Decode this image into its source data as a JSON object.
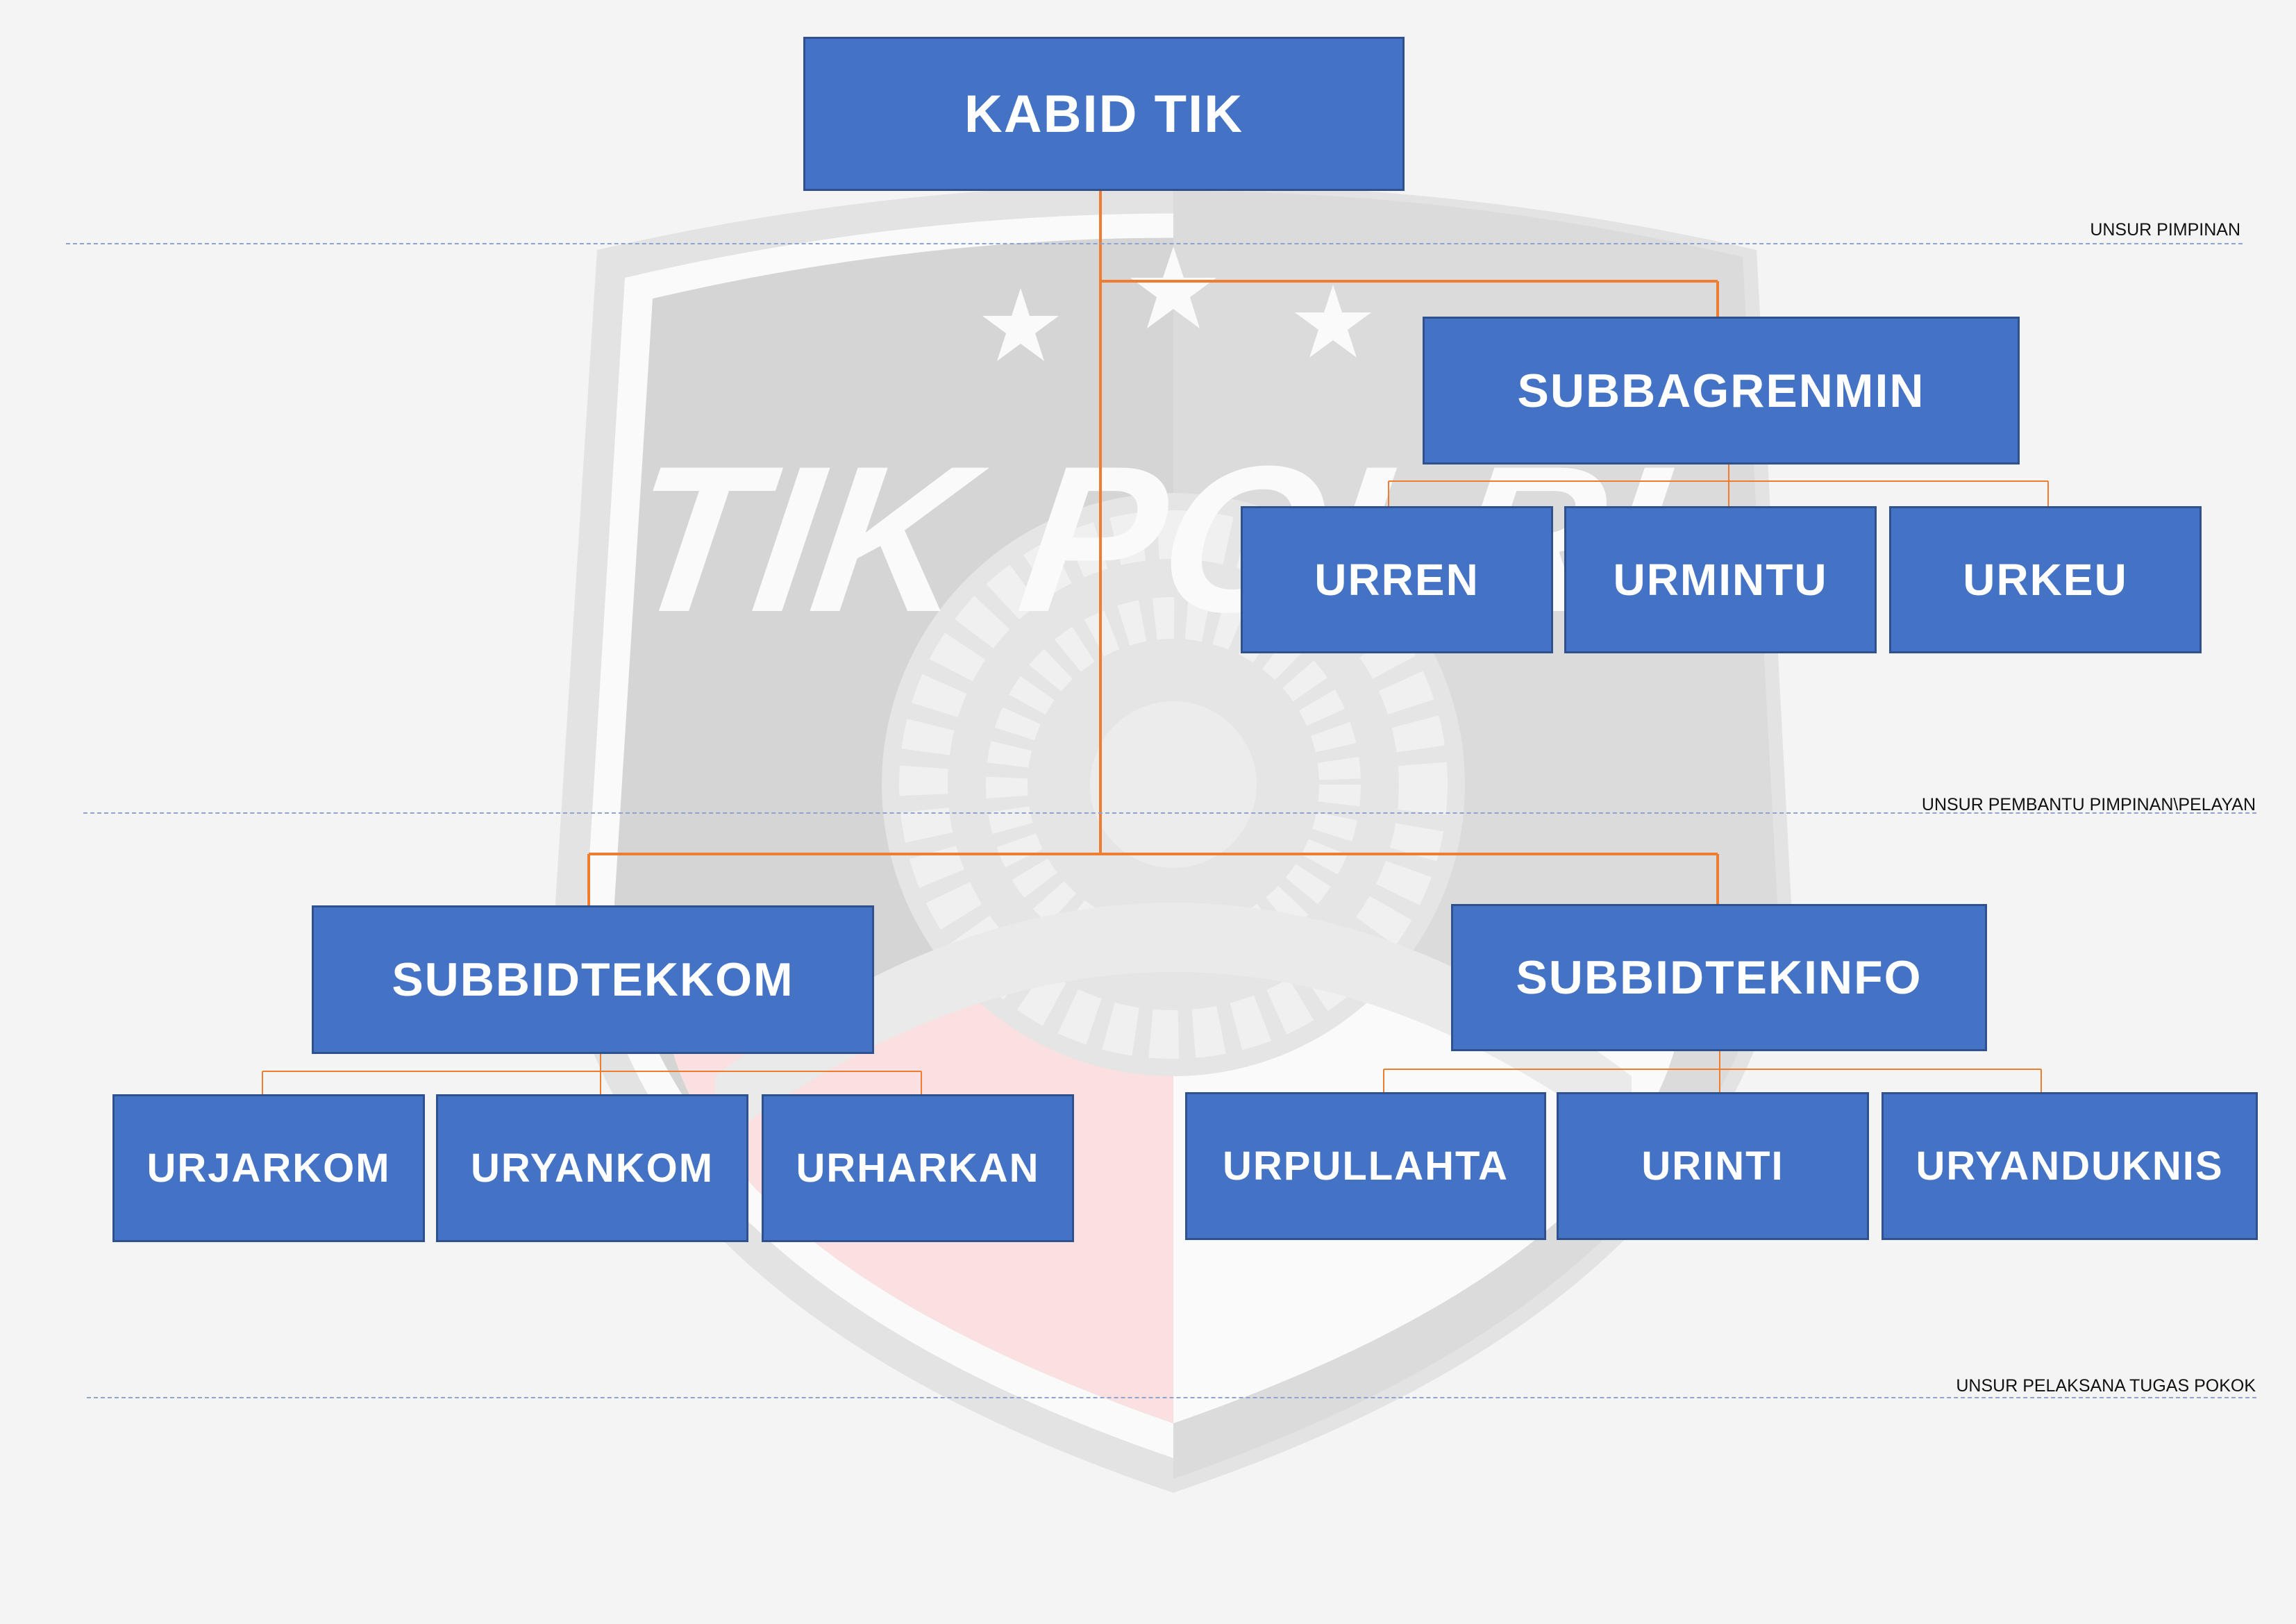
{
  "colors": {
    "box_fill": "#4472c4",
    "box_border": "#2f528f",
    "box_text": "#ffffff",
    "connector": "#ed7d31",
    "zone_line": "#8fa3cf",
    "background": "#f4f4f4"
  },
  "watermark": {
    "icon": "tik-polri-shield-logo",
    "text": "TIK POLRI"
  },
  "zones": {
    "pimpinan": "UNSUR PIMPINAN",
    "pembantu": "UNSUR PEMBANTU PIMPINAN\\PELAYAN",
    "pelaksana": "UNSUR PELAKSANA TUGAS POKOK"
  },
  "org": {
    "head": "KABID TIK",
    "subbagrenmin": {
      "title": "SUBBAGRENMIN",
      "units": [
        "URREN",
        "URMINTU",
        "URKEU"
      ]
    },
    "subbidtekkom": {
      "title": "SUBBIDTEKKOM",
      "units": [
        "URJARKOM",
        "URYANKOM",
        "URHARKAN"
      ]
    },
    "subbidtekinfo": {
      "title": "SUBBIDTEKINFO",
      "units": [
        "URPULLAHTA",
        "URINTI",
        "URYANDUKNIS"
      ]
    }
  }
}
